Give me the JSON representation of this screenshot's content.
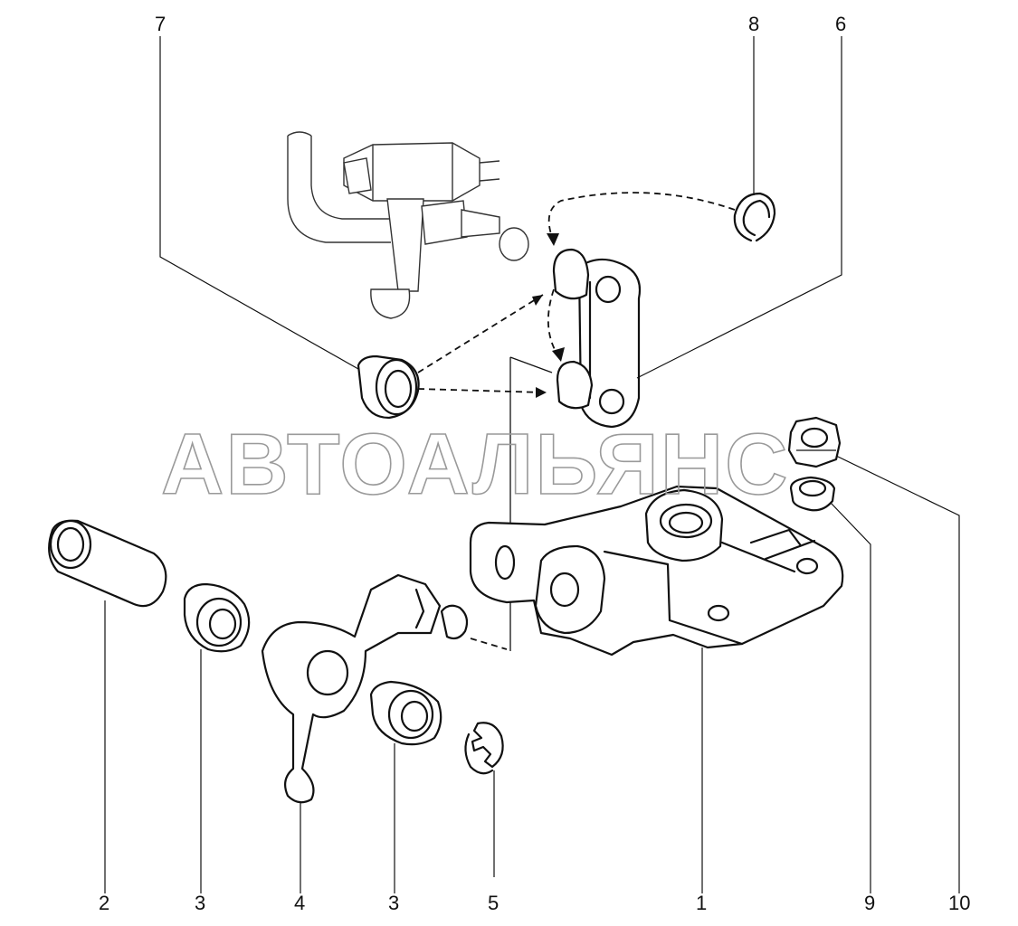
{
  "watermark": "АВТОАЛЬЯНС",
  "callouts": {
    "c1": "1",
    "c2": "2",
    "c3a": "3",
    "c3b": "3",
    "c4": "4",
    "c5": "5",
    "c6": "6",
    "c7": "7",
    "c8": "8",
    "c9": "9",
    "c10": "10"
  },
  "colors": {
    "line": "#111111",
    "watermark_outline": "#9a9a9a",
    "background": "#ffffff"
  }
}
